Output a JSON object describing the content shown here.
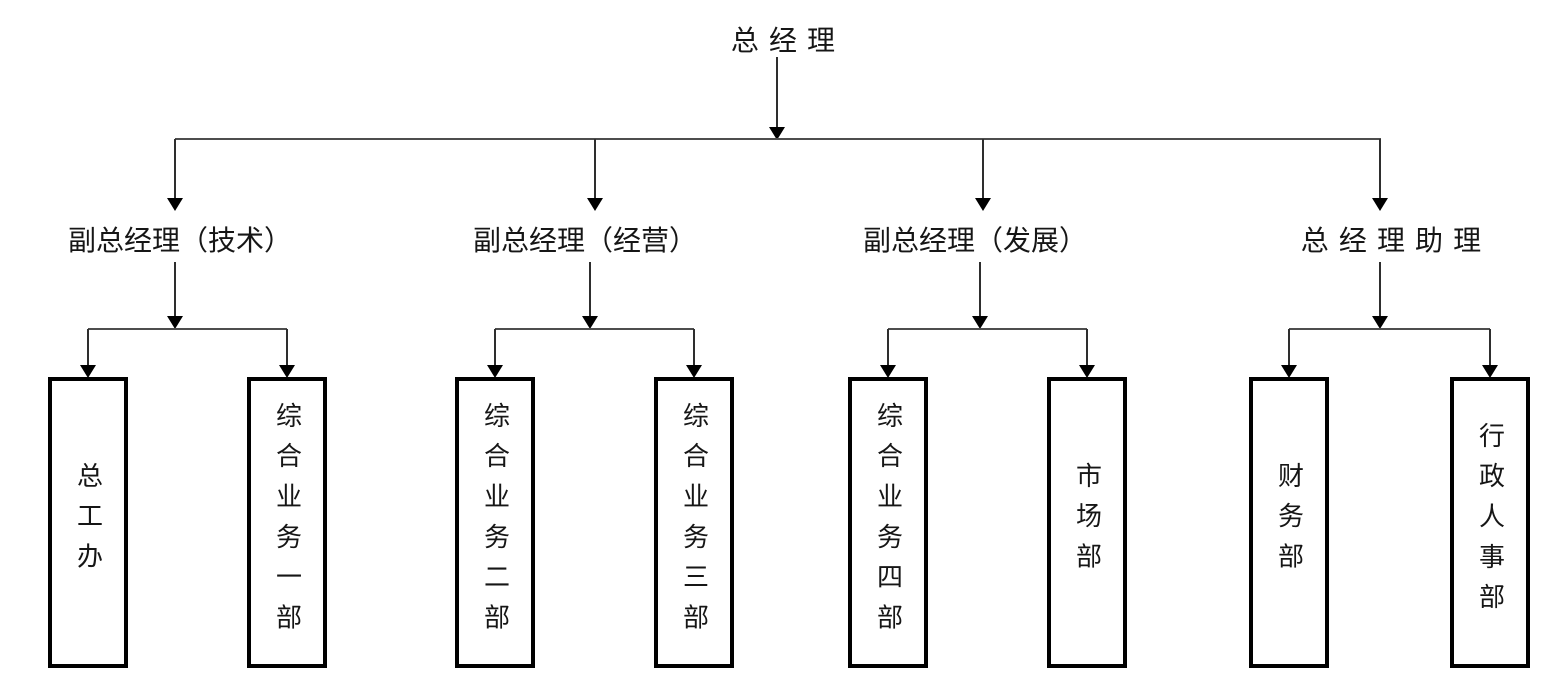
{
  "org": {
    "root": {
      "label": "总经理"
    },
    "branches": [
      {
        "label": "副总经理（技术）",
        "children": [
          {
            "label": "总工办"
          },
          {
            "label": "综合业务一部"
          }
        ]
      },
      {
        "label": "副总经理（经营）",
        "children": [
          {
            "label": "综合业务二部"
          },
          {
            "label": "综合业务三部"
          }
        ]
      },
      {
        "label": "副总经理（发展）",
        "children": [
          {
            "label": "综合业务四部"
          },
          {
            "label": "市场部"
          }
        ]
      },
      {
        "label": "总经理助理",
        "children": [
          {
            "label": "财务部"
          },
          {
            "label": "行政人事部"
          }
        ]
      }
    ],
    "colors": {
      "line": "#2e2e2e",
      "box_border": "#000000",
      "background": "#ffffff",
      "text": "#161616"
    }
  }
}
